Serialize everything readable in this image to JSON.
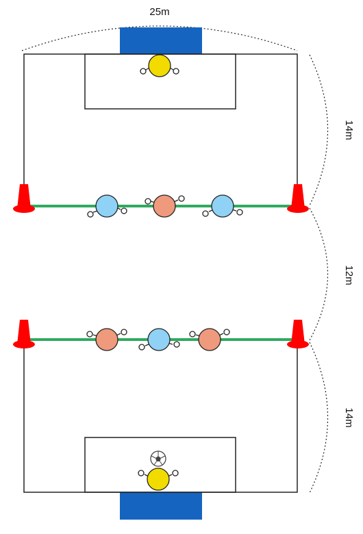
{
  "dimensions": {
    "width_label": "25m",
    "top_zone_label": "14m",
    "middle_zone_label": "12m",
    "bottom_zone_label": "14m"
  },
  "colors": {
    "goal": "#1565c0",
    "cone": "#ff0000",
    "line": "#2eaa5f",
    "goalkeeper": "#f2dc00",
    "team_blue": "#8fd2f5",
    "team_orange": "#ef9a7c",
    "outline": "#222222"
  },
  "players": {
    "goalkeepers": 2,
    "top_line": [
      "team_blue",
      "team_orange",
      "team_blue"
    ],
    "bottom_line": [
      "team_orange",
      "team_blue",
      "team_orange"
    ]
  },
  "icons": [
    "cone-icon",
    "goal-icon",
    "ball-icon",
    "player-icon"
  ]
}
